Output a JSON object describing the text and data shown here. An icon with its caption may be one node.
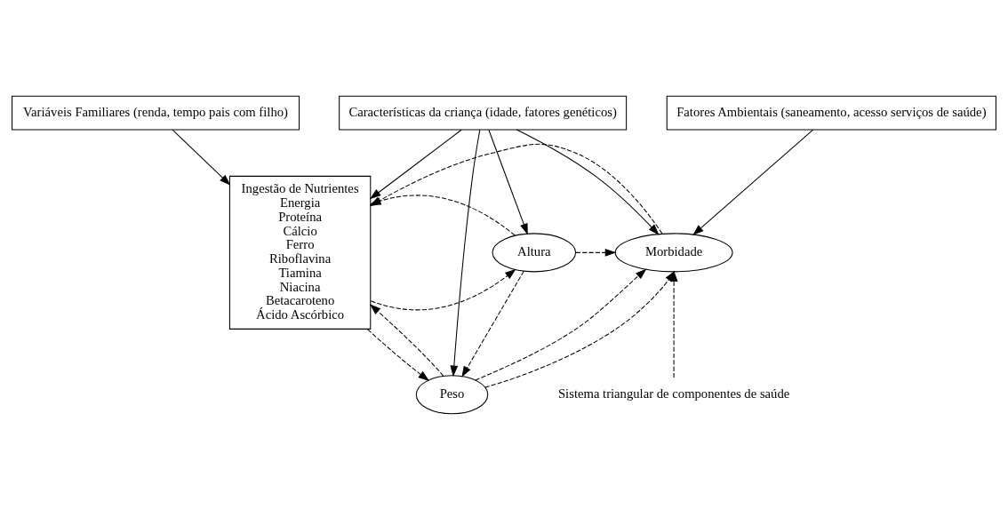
{
  "diagram": {
    "nodes": [
      {
        "text": [
          "Variáveis Familiares (renda, tempo pais com filho)"
        ]
      },
      {
        "text": [
          "Características da criança (idade, fatores genéticos)"
        ]
      },
      {
        "text": [
          "Fatores Ambientais (saneamento, acesso serviços de saúde)"
        ]
      },
      {
        "text": [
          "Ingestão de Nutrientes",
          "Energia",
          "Proteína",
          "Cálcio",
          "Ferro",
          "Riboflavina",
          "Tiamina",
          "Niacina",
          "Betacaroteno",
          "Ácido Ascórbico"
        ]
      },
      {
        "text": [
          "Altura"
        ]
      },
      {
        "text": [
          "Morbidade"
        ]
      },
      {
        "text": [
          "Peso"
        ]
      },
      {
        "text": [
          "Sistema triangular de componentes de saúde"
        ]
      }
    ],
    "edges": [
      {
        "from": 0,
        "to": 3,
        "arrow": "to"
      },
      {
        "from": 1,
        "to": 3,
        "arrow": "to"
      },
      {
        "from": 1,
        "to": 4,
        "arrow": "to"
      },
      {
        "from": 1,
        "to": 5,
        "arrow": "to"
      },
      {
        "from": 1,
        "to": 6,
        "arrow": "to"
      },
      {
        "from": 2,
        "to": 5,
        "arrow": "to"
      },
      {
        "from": 3,
        "to": 4,
        "arrow": "to",
        "style": "dashed"
      },
      {
        "from": 4,
        "to": 3,
        "arrow": "to",
        "style": "dashed"
      },
      {
        "from": 4,
        "to": 5,
        "arrow": "to",
        "style": "dashed"
      },
      {
        "from": 5,
        "to": 3,
        "arrow": "to",
        "style": "dashed"
      },
      {
        "from": 4,
        "to": 6,
        "arrow": "to",
        "style": "dashed"
      },
      {
        "from": 3,
        "to": 6,
        "arrow": "to",
        "style": "dashed"
      },
      {
        "from": 6,
        "to": 3,
        "arrow": "to",
        "style": "dashed"
      },
      {
        "from": 6,
        "to": 5,
        "arrow": "to",
        "style": "dashed"
      },
      {
        "from": 6,
        "to": 5,
        "arrow": "to",
        "style": "dashed"
      },
      {
        "from": 7,
        "to": 5,
        "arrow": "to",
        "style": "dashed"
      }
    ]
  }
}
